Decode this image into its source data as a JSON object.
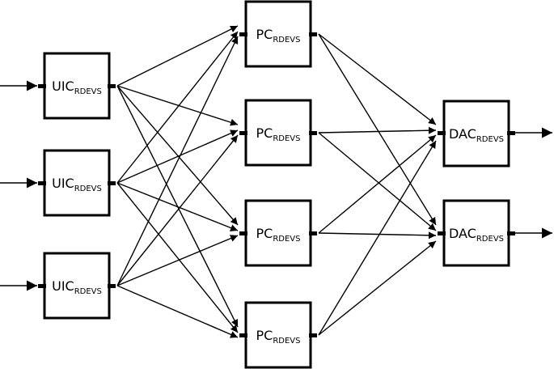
{
  "nodes": {
    "uic": [
      {
        "name": "UIC",
        "sub": "RDEVS"
      },
      {
        "name": "UIC",
        "sub": "RDEVS"
      },
      {
        "name": "UIC",
        "sub": "RDEVS"
      }
    ],
    "pc": [
      {
        "name": "PC",
        "sub": "RDEVS"
      },
      {
        "name": "PC",
        "sub": "RDEVS"
      },
      {
        "name": "PC",
        "sub": "RDEVS"
      },
      {
        "name": "PC",
        "sub": "RDEVS"
      }
    ],
    "dac": [
      {
        "name": "DAC",
        "sub": "RDEVS"
      },
      {
        "name": "DAC",
        "sub": "RDEVS"
      }
    ]
  },
  "colors": {
    "stroke": "#000000",
    "background": "#ffffff"
  }
}
